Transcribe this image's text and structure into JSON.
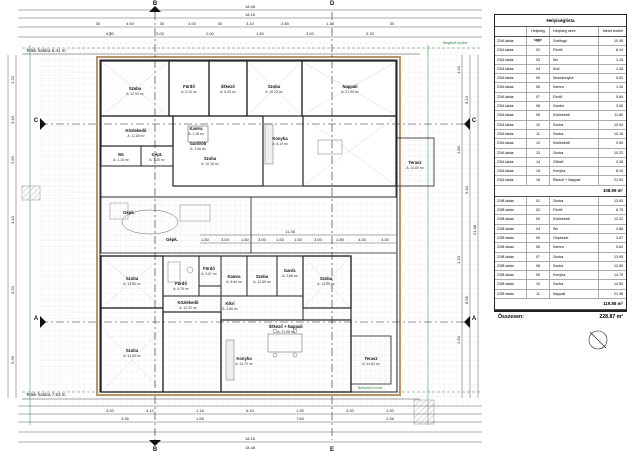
{
  "legend": {
    "title": "Helyiséglista",
    "headers": [
      "",
      "Helyiség szám",
      "Helyiség neve",
      "Méret terület"
    ],
    "group_a": [
      {
        "unit": "23/A lakás",
        "no": "01",
        "name": "Szélfogó",
        "area": "10.06"
      },
      {
        "unit": "23/A lakás",
        "no": "02",
        "name": "Fürdő",
        "area": "6.14"
      },
      {
        "unit": "23/A lakás",
        "no": "03",
        "name": "Wc",
        "area": "1.15"
      },
      {
        "unit": "23/A lakás",
        "no": "04",
        "name": "Kód",
        "area": "1.35"
      },
      {
        "unit": "23/A lakás",
        "no": "05",
        "name": "Mosókonyha",
        "area": "5.00"
      },
      {
        "unit": "23/A lakás",
        "no": "06",
        "name": "Kamra",
        "area": "1.16"
      },
      {
        "unit": "23/A lakás",
        "no": "07",
        "name": "Fürdő",
        "area": "5.64"
      },
      {
        "unit": "23/A lakás",
        "no": "08",
        "name": "Gardró",
        "area": "3.06"
      },
      {
        "unit": "23/A lakás",
        "no": "09",
        "name": "Közlekedő",
        "area": "11.80"
      },
      {
        "unit": "23/A lakás",
        "no": "10",
        "name": "Szoba",
        "area": "12.94"
      },
      {
        "unit": "23/A lakás",
        "no": "11",
        "name": "Szoba",
        "area": "10.16"
      },
      {
        "unit": "23/A lakás",
        "no": "12",
        "name": "Közlekedő",
        "area": "9.55"
      },
      {
        "unit": "23/A lakás",
        "no": "13",
        "name": "Szoba",
        "area": "10.22"
      },
      {
        "unit": "23/A lakás",
        "no": "14",
        "name": "Öltöző",
        "area": "3.38"
      },
      {
        "unit": "23/A lakás",
        "no": "15",
        "name": "Konyha",
        "area": "8.10"
      },
      {
        "unit": "23/A lakás",
        "no": "16",
        "name": "Étkező + Nappali",
        "area": "21.94"
      }
    ],
    "sub_a": "108.99 m²",
    "group_b": [
      {
        "unit": "23/B lakás",
        "no": "01",
        "name": "Szoba",
        "area": "13.50"
      },
      {
        "unit": "23/B lakás",
        "no": "02",
        "name": "Fürdő",
        "area": "6.75"
      },
      {
        "unit": "23/B lakás",
        "no": "03",
        "name": "Közlekedő",
        "area": "12.22"
      },
      {
        "unit": "23/B lakás",
        "no": "04",
        "name": "Wc",
        "area": "2.86"
      },
      {
        "unit": "23/B lakás",
        "no": "05",
        "name": "Gépészet",
        "area": "3.67"
      },
      {
        "unit": "23/B lakás",
        "no": "06",
        "name": "Kamra",
        "area": "5.64"
      },
      {
        "unit": "23/B lakás",
        "no": "07",
        "name": "Szoba",
        "area": "13.95"
      },
      {
        "unit": "23/B lakás",
        "no": "08",
        "name": "Szoba",
        "area": "12.89"
      },
      {
        "unit": "23/B lakás",
        "no": "09",
        "name": "Konyha",
        "area": "14.70"
      },
      {
        "unit": "23/B lakás",
        "no": "10",
        "name": "Szoba",
        "area": "14.50"
      },
      {
        "unit": "23/B lakás",
        "no": "11",
        "name": "Nappali",
        "area": "21.98"
      }
    ],
    "sub_b": "119.88 m²",
    "total_label": "Összesen:",
    "total_value": "228.87 m²"
  },
  "dims": {
    "top_overall": "18.48",
    "top_inner": "18.18",
    "bottom_overall": "18.48",
    "bottom_inner": "18.18",
    "top_row": [
      "30",
      "4.50",
      "30",
      "3.93",
      "30",
      "3.10",
      "2.85",
      "1.20",
      "30"
    ],
    "top_row2": [
      "6.30",
      "3.00",
      "2.00",
      "1.80",
      "3.00",
      "5.33"
    ],
    "mid_row": [
      "1.50",
      "3.00",
      "1.60",
      "3.00",
      "1.50",
      "1.50",
      "3.00",
      "1.80",
      "4.30",
      "3.30"
    ],
    "mid_total": "11.36",
    "bot_row": [
      "3.30",
      "4.10",
      "1.16",
      "6.10",
      "1.30",
      "4.30",
      "1.30"
    ],
    "bot_row2": [
      "3.36",
      "1.55",
      "7.60",
      "1.36"
    ],
    "left_v": [
      "1.20",
      "3.40",
      "2.60",
      "4.40",
      "3.20",
      "5.36"
    ],
    "right_v": [
      "6.13",
      "5.40",
      "8.96",
      "21.48"
    ],
    "right_small": [
      "1.20",
      "1.80",
      "1.20",
      "2.50"
    ]
  },
  "rooms_a": [
    {
      "name": "Szoba",
      "area": "A: 12.94 m²"
    },
    {
      "name": "Fürdő",
      "area": "A: 6.14 m²"
    },
    {
      "name": "Kamra",
      "area": "A: 1.16 m²"
    },
    {
      "name": "Étkező",
      "area": "A: 8.40 m²"
    },
    {
      "name": "Szoba",
      "area": "A: 10.22 m²"
    },
    {
      "name": "Nappali",
      "area": "A: 21.94 m²"
    },
    {
      "name": "Konyha",
      "area": "A: 8.10 m²"
    },
    {
      "name": "Szoba",
      "area": "A: 10.16 m²"
    },
    {
      "name": "Közlekedő",
      "area": "A: 11.80 m²"
    },
    {
      "name": "Gardrób",
      "area": "A: 3.06 m²"
    },
    {
      "name": "Wc",
      "area": "A: 1.15 m²"
    },
    {
      "name": "Gépt.",
      "area": "A: 1.35 m²"
    },
    {
      "name": "Terasz",
      "area": "A: 14.60 m²"
    }
  ],
  "rooms_b": [
    {
      "name": "Szoba",
      "area": "A: 13.50 m²"
    },
    {
      "name": "Fürdő",
      "area": "A: 6.75 m²"
    },
    {
      "name": "Közlekedő",
      "area": "A: 12.22 m²"
    },
    {
      "name": "Kamra",
      "area": "A: 5.64 m²"
    },
    {
      "name": "Fürdő",
      "area": "A: 3.67 m²"
    },
    {
      "name": "Gardr.",
      "area": "A: 2.86 m²"
    },
    {
      "name": "Szoba",
      "area": "A: 13.95 m²"
    },
    {
      "name": "Kíkri",
      "area": "A: 2.86 m²"
    },
    {
      "name": "Szoba",
      "area": "A: 12.89 m²"
    },
    {
      "name": "Konyha",
      "area": "A: 14.70 m²"
    },
    {
      "name": "Étkező + Nappali",
      "area": "A: 21.98 m²"
    },
    {
      "name": "Szoba",
      "area": "A: 14.50 m²"
    },
    {
      "name": "Terasz",
      "area": "A: 14.60 m²"
    }
  ],
  "labels": {
    "car1": "Gépk.",
    "car2": "Gépk.",
    "telek_top": "Telek határa  6.41 m",
    "telek_bottom": "Telek határa  7.53 m",
    "green_top": "Meglévő épület",
    "green_bottom": "Beépítési vonal",
    "sec_a": "A",
    "sec_b": "B",
    "sec_c": "C",
    "sec_d": "D",
    "sec_e": "E"
  },
  "colors": {
    "wall": "#222222",
    "hatch": "#8a8a8a",
    "ochre": "#b8946a",
    "green": "#2e8b3a",
    "blue": "#3a5ad0"
  }
}
